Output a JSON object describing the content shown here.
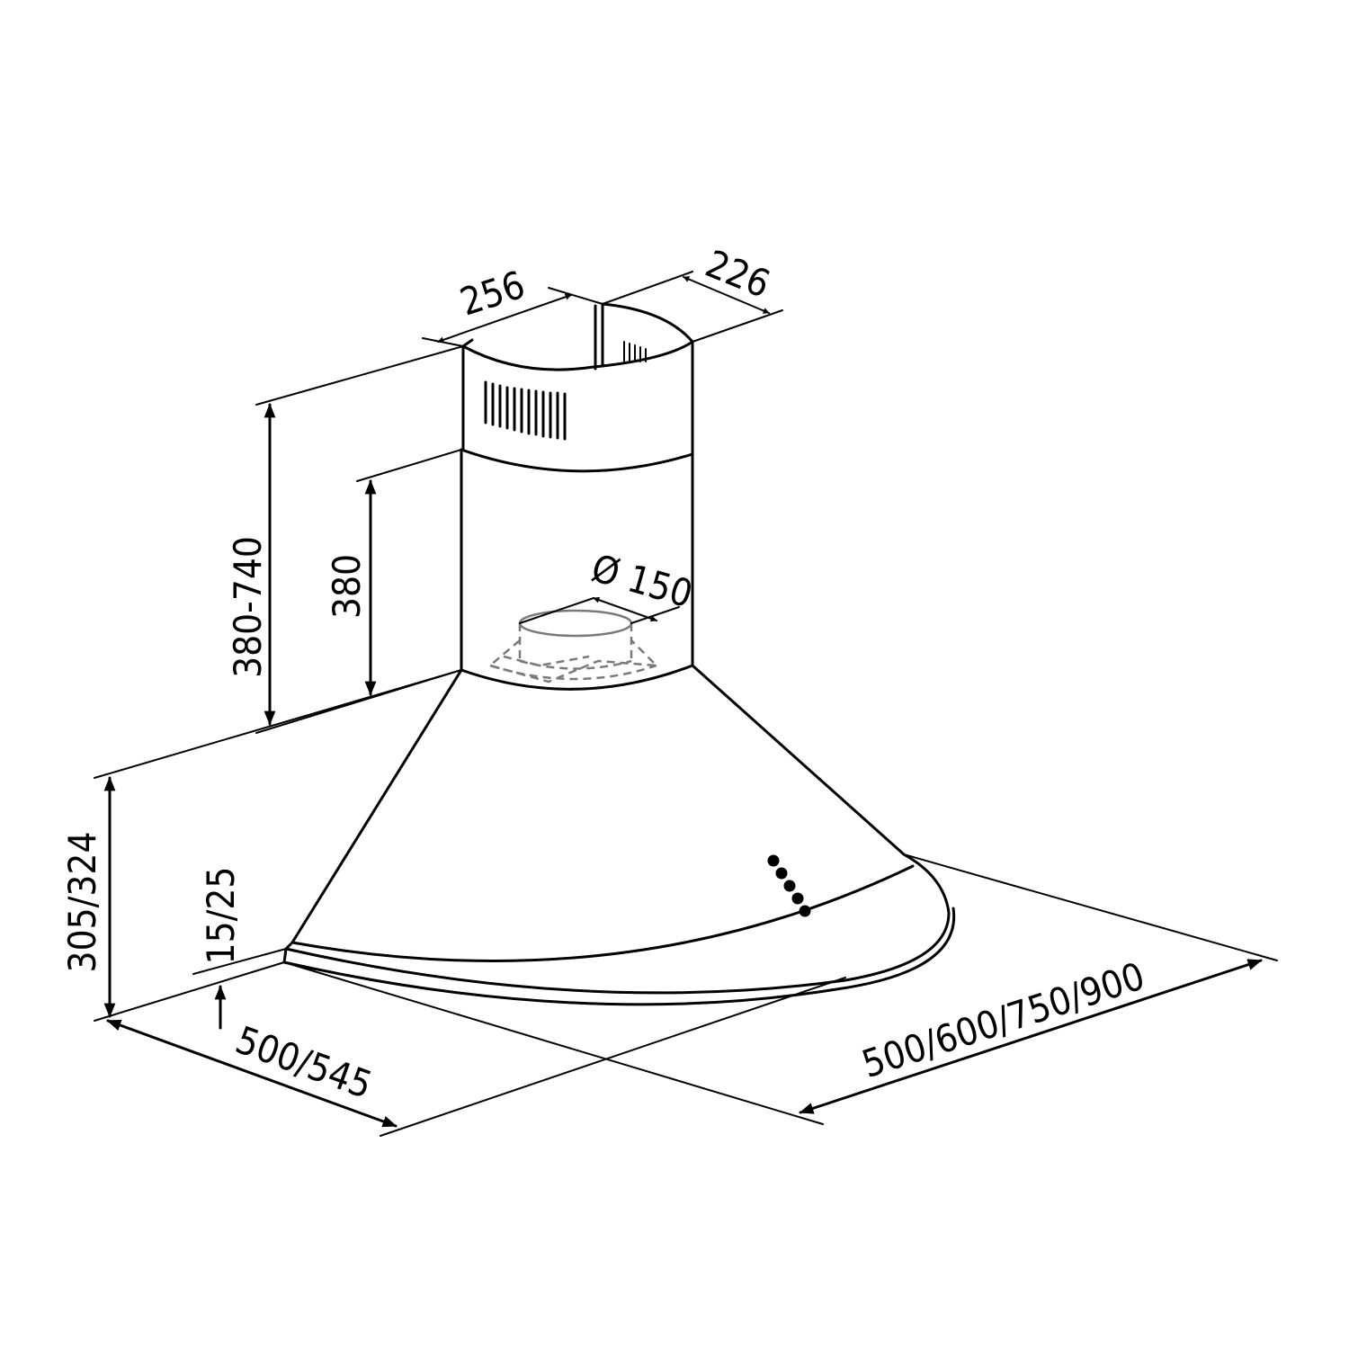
{
  "dimensions": {
    "chimney_width": "256",
    "chimney_depth": "226",
    "chimney_height_range": "380-740",
    "chimney_height": "380",
    "outlet_diameter": "Ø 150",
    "hood_height": "305/324",
    "rim_thickness": "15/25",
    "hood_depth": "500/545",
    "hood_width": "500/600/750/900"
  },
  "colors": {
    "line": "#000000",
    "hidden_line": "#7a7a7a",
    "background": "#ffffff"
  }
}
